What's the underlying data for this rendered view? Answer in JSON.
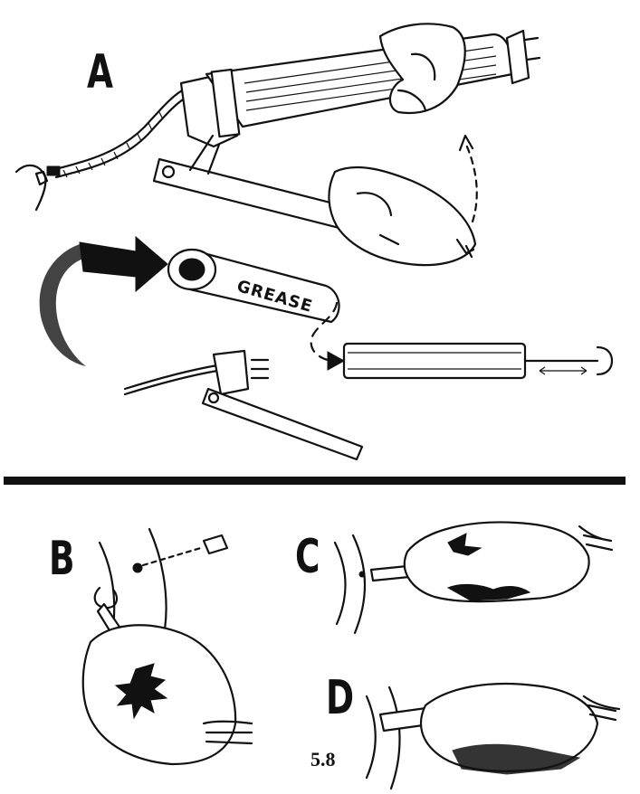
{
  "panels": {
    "a": "A",
    "b": "B",
    "c": "C",
    "d": "D"
  },
  "cartridge_label": "GREASE",
  "figure_number": "5.8"
}
